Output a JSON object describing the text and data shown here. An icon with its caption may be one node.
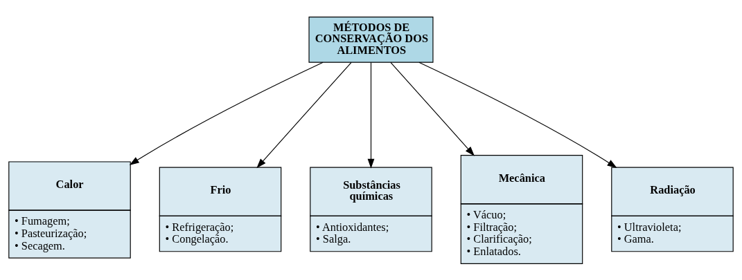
{
  "diagram": {
    "nodes": [
      {
        "text": [
          "MÉTODOS DE CONSERVAÇÃO DOS ALIMENTOS"
        ]
      },
      {
        "text": [
          "Calor",
          "• Fumagem;",
          "• Pasteurização;",
          "• Secagem."
        ]
      },
      {
        "text": [
          "Frio",
          "• Refrigeração;",
          "• Congelação."
        ]
      },
      {
        "text": [
          "Substâncias químicas",
          "• Antioxidantes;",
          "• Salga."
        ]
      },
      {
        "text": [
          "Mecânica",
          "• Vácuo;",
          "• Filtração;",
          "• Clarificação;",
          "• Enlatados."
        ]
      },
      {
        "text": [
          "Radiação",
          "• Ultravioleta;",
          "• Gama."
        ]
      }
    ],
    "edges": [
      {
        "from": 0,
        "to": 1,
        "arrow": "to"
      },
      {
        "from": 0,
        "to": 2,
        "arrow": "to"
      },
      {
        "from": 0,
        "to": 3,
        "arrow": "to"
      },
      {
        "from": 0,
        "to": 4,
        "arrow": "to"
      },
      {
        "from": 0,
        "to": 5,
        "arrow": "to"
      }
    ]
  }
}
